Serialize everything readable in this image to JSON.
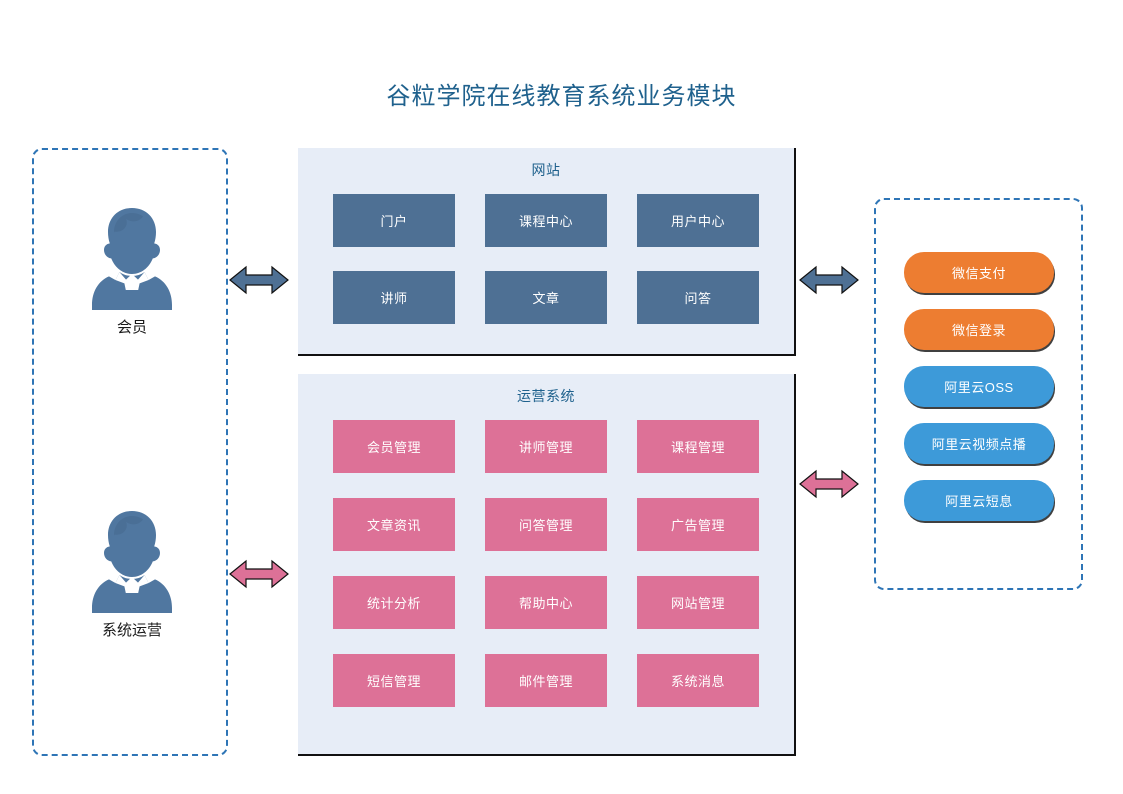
{
  "title": "谷粒学院在线教育系统业务模块",
  "colors": {
    "title_text": "#1f618d",
    "website_tile": "#4e7094",
    "operations_tile": "#dd7197",
    "section_bg": "#e7edf7",
    "dashed_border": "#2e75b6",
    "wechat_pill": "#ed7d31",
    "aliyun_pill": "#3d9ad9",
    "arrow_blue": "#4e7094",
    "arrow_pink": "#dd7197"
  },
  "actors": {
    "items": [
      {
        "label": "会员",
        "icon": "user-avatar-icon"
      },
      {
        "label": "系统运营",
        "icon": "user-avatar-icon"
      }
    ]
  },
  "website": {
    "title": "网站",
    "tiles": [
      {
        "label": "门户"
      },
      {
        "label": "课程中心"
      },
      {
        "label": "用户中心"
      },
      {
        "label": "讲师"
      },
      {
        "label": "文章"
      },
      {
        "label": "问答"
      }
    ]
  },
  "operations": {
    "title": "运营系统",
    "tiles": [
      {
        "label": "会员管理"
      },
      {
        "label": "讲师管理"
      },
      {
        "label": "课程管理"
      },
      {
        "label": "文章资讯"
      },
      {
        "label": "问答管理"
      },
      {
        "label": "广告管理"
      },
      {
        "label": "统计分析"
      },
      {
        "label": "帮助中心"
      },
      {
        "label": "网站管理"
      },
      {
        "label": "短信管理"
      },
      {
        "label": "邮件管理"
      },
      {
        "label": "系统消息"
      }
    ]
  },
  "services": {
    "items": [
      {
        "label": "微信支付",
        "style": "orange"
      },
      {
        "label": "微信登录",
        "style": "orange"
      },
      {
        "label": "阿里云OSS",
        "style": "skyblue"
      },
      {
        "label": "阿里云视频点播",
        "style": "skyblue"
      },
      {
        "label": "阿里云短息",
        "style": "skyblue"
      }
    ]
  },
  "arrows": [
    {
      "name": "member-to-website",
      "color": "#4e7094"
    },
    {
      "name": "ops-to-operations",
      "color": "#dd7197"
    },
    {
      "name": "website-to-services",
      "color": "#4e7094"
    },
    {
      "name": "operations-to-services",
      "color": "#dd7197"
    }
  ]
}
